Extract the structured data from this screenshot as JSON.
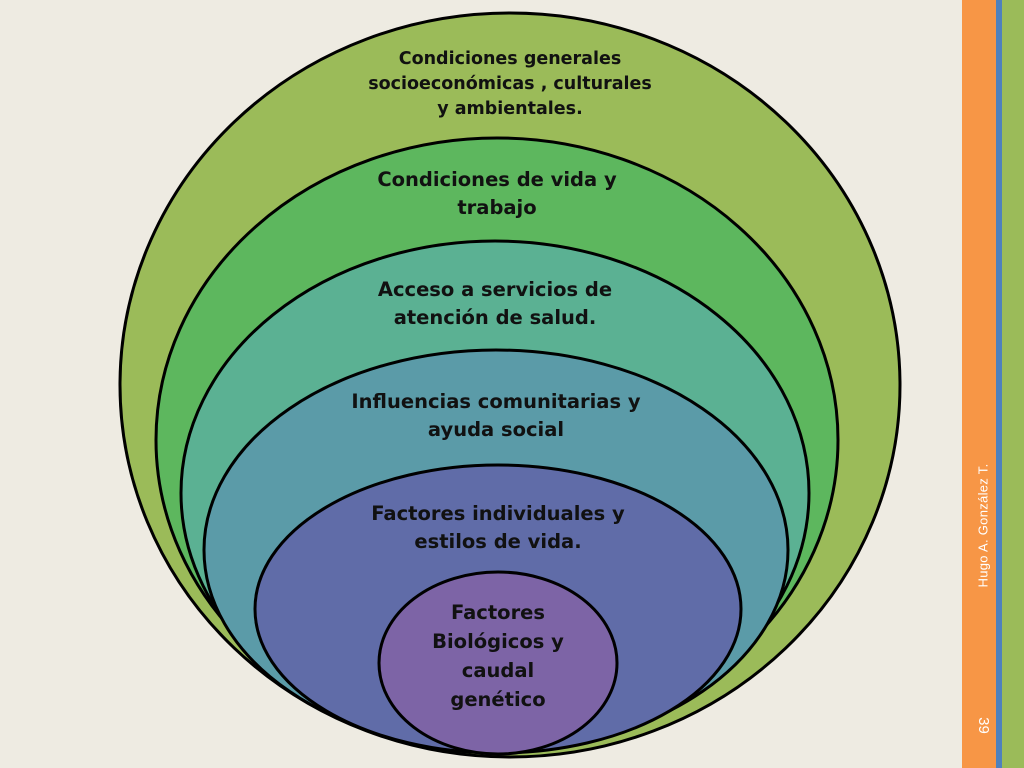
{
  "layers": [
    {
      "lines": [
        "Condiciones generales",
        "socioeconómicas , culturales",
        "y ambientales."
      ],
      "color": "#9BBB59"
    },
    {
      "lines": [
        "Condiciones de vida y",
        "trabajo"
      ],
      "color": "#5DB75E"
    },
    {
      "lines": [
        "Acceso a servicios de",
        "atención de salud."
      ],
      "color": "#5BB193"
    },
    {
      "lines": [
        "Influencias comunitarias y",
        "ayuda social"
      ],
      "color": "#5B9BA8"
    },
    {
      "lines": [
        "Factores individuales y",
        "estilos de vida."
      ],
      "color": "#606CA8"
    },
    {
      "lines": [
        "Factores",
        "Biológicos y",
        "caudal",
        "genético"
      ],
      "color": "#7D64A6"
    }
  ],
  "sidebar": {
    "author": "Hugo A. González T.",
    "page_number": "39",
    "colors": {
      "orange": "#F79646",
      "blue": "#4F81BD",
      "green": "#9BBB59"
    }
  }
}
